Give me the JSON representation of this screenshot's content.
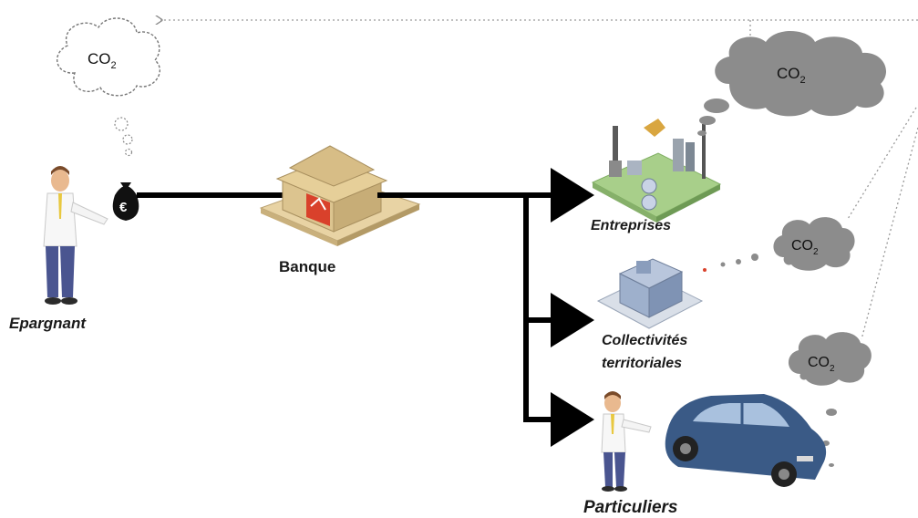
{
  "diagram": {
    "nodes": {
      "saver": {
        "label": "Epargnant",
        "money_symbol": "€"
      },
      "bank": {
        "label": "Banque"
      },
      "companies": {
        "label": "Entreprises"
      },
      "local_authorities": {
        "label_line1": "Collectivités",
        "label_line2": "territoriales"
      },
      "individuals": {
        "label": "Particuliers"
      }
    },
    "clouds": {
      "saver_cloud": {
        "text": "CO",
        "sub": "2"
      },
      "companies_cloud": {
        "text": "CO",
        "sub": "2"
      },
      "authorities_cloud": {
        "text": "CO",
        "sub": "2"
      },
      "individuals_cloud": {
        "text": "CO",
        "sub": "2"
      }
    },
    "colors": {
      "arrow": "#000000",
      "dark_cloud": "#8c8c8c",
      "light_cloud": "#ffffff",
      "car": "#3a5a86",
      "factory_ground": "#a8cf8a",
      "bank": "#d9c08a",
      "bank_logo": "#d9412b"
    }
  }
}
